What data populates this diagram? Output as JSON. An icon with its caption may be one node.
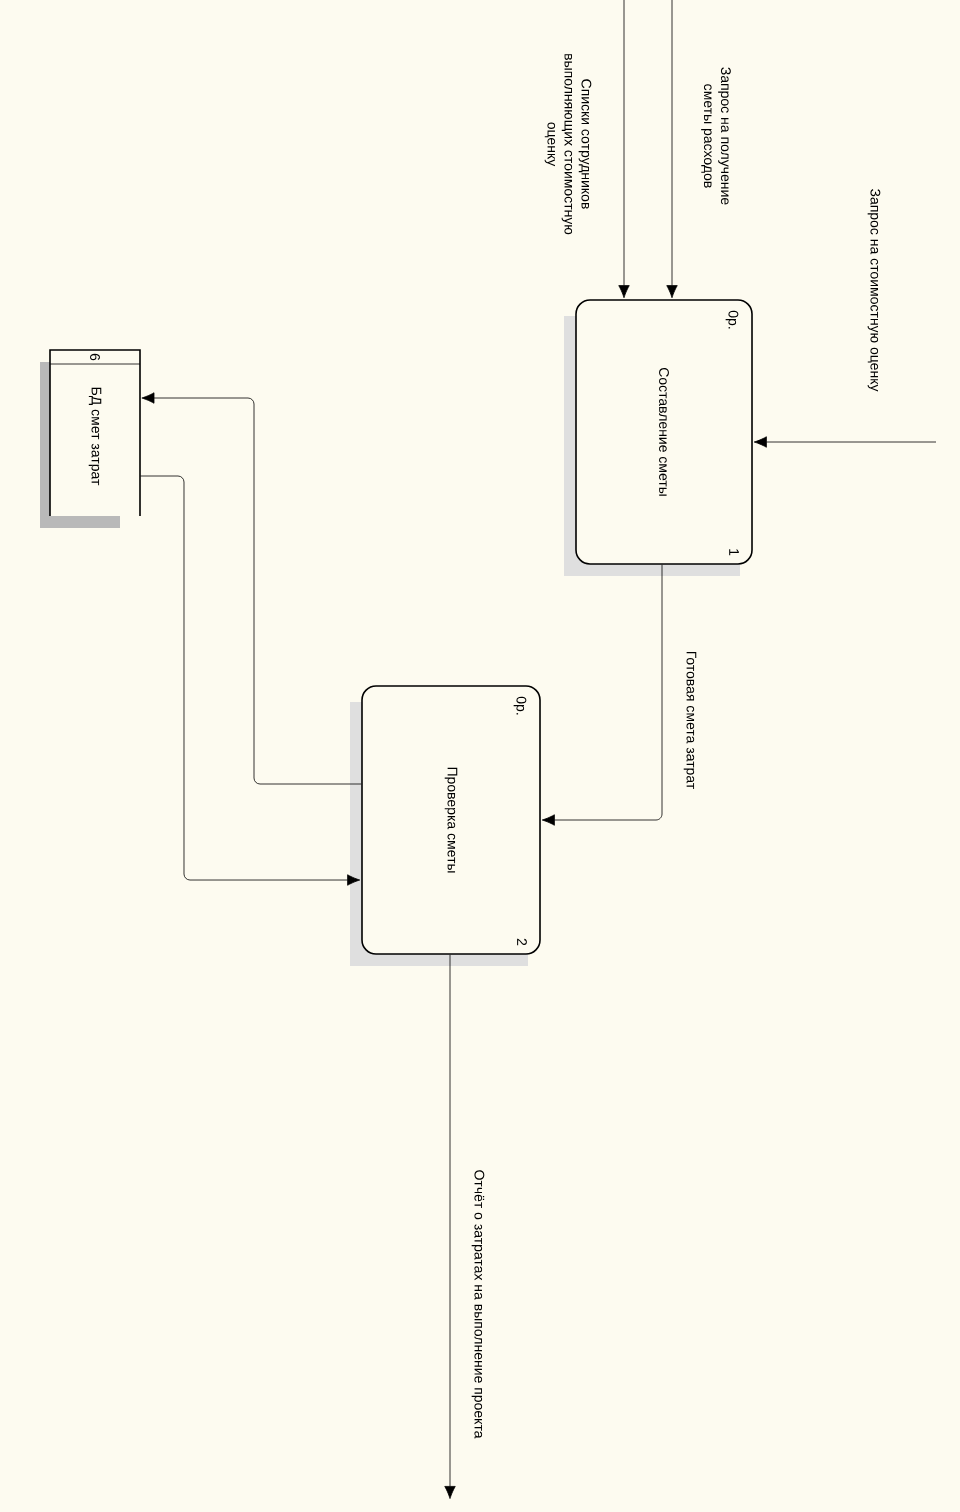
{
  "diagram": {
    "nodes": [
      {
        "text": [
          "Составление сметы",
          "0р.",
          "1"
        ]
      },
      {
        "text": [
          "Проверка сметы",
          "0р.",
          "2"
        ]
      },
      {
        "text": [
          "6",
          "БД смет затрат"
        ]
      }
    ],
    "edges": [
      {
        "from": null,
        "to": 0,
        "arrow": "to",
        "label": "Списки сотрудников выполняющих стоимостную оценку"
      },
      {
        "from": null,
        "to": 0,
        "arrow": "to",
        "label": "Запрос на получение сметы расходов"
      },
      {
        "from": null,
        "to": 0,
        "arrow": "to",
        "label": "Запрос на стоимостную оценку"
      },
      {
        "from": 0,
        "to": 1,
        "arrow": "to",
        "label": "Готовая смета затрат"
      },
      {
        "from": 1,
        "to": 2,
        "arrow": "to"
      },
      {
        "from": 2,
        "to": 1,
        "arrow": "to"
      },
      {
        "from": 1,
        "to": null,
        "arrow": "to",
        "label": "Отчёт о затратах на выполнение проекта"
      }
    ]
  }
}
